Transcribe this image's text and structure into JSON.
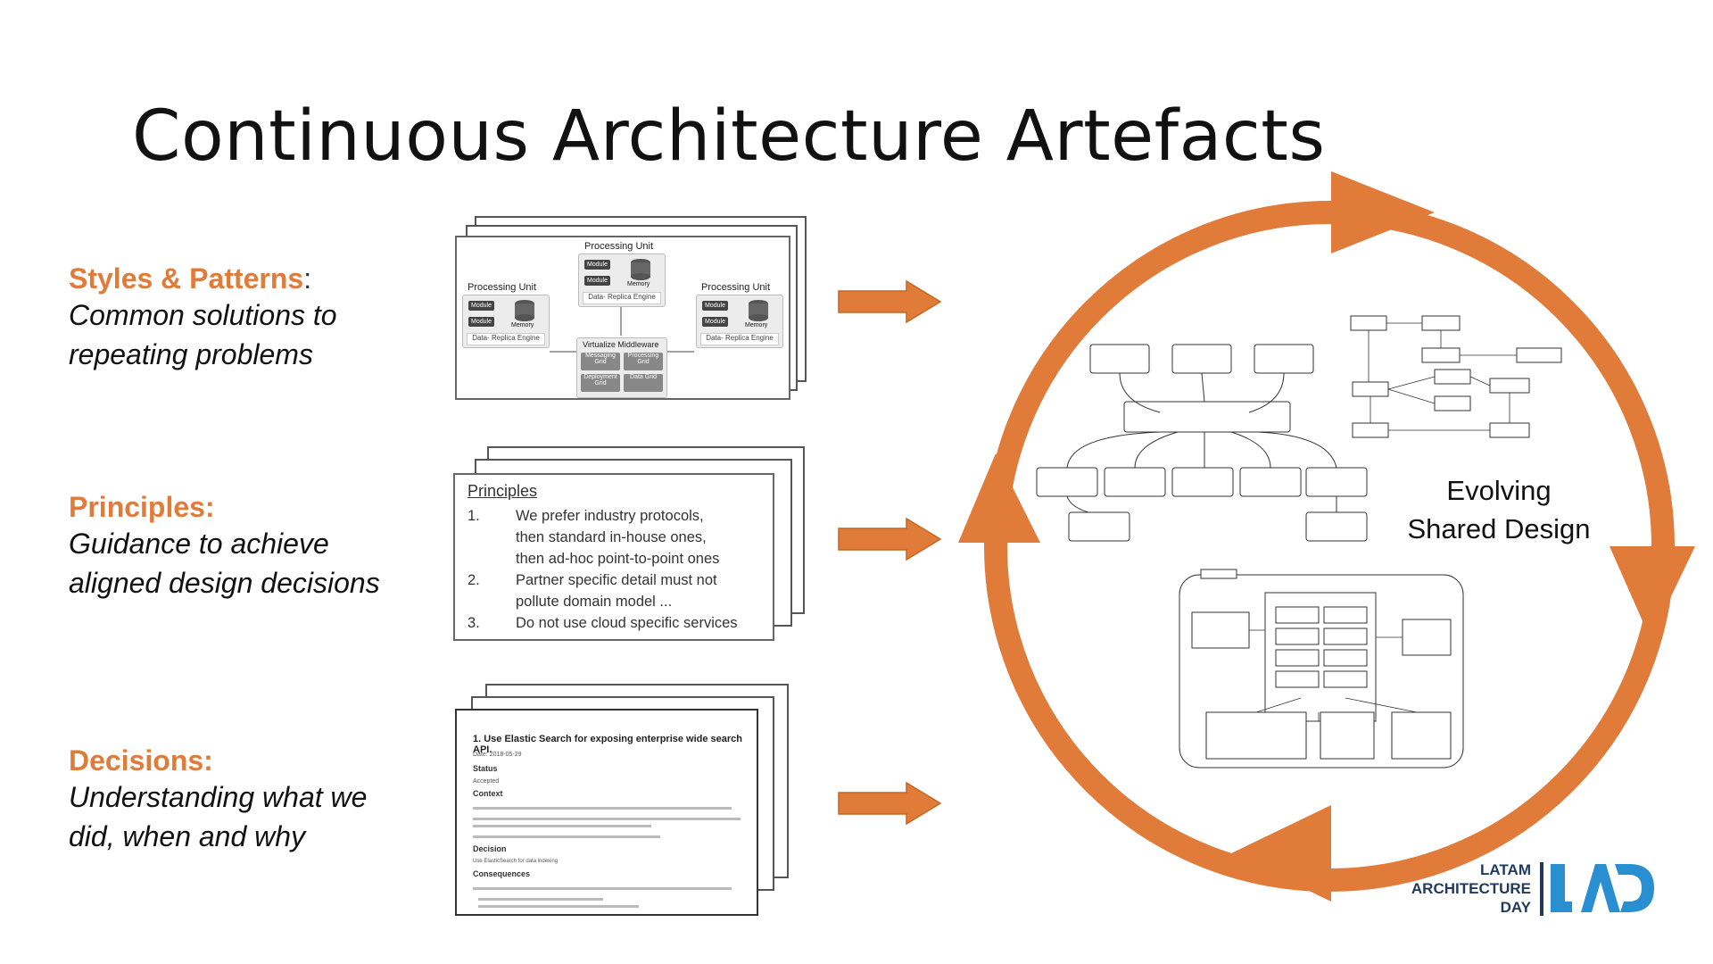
{
  "title": "Continuous Architecture Artefacts",
  "sections": {
    "styles": {
      "head": "Styles & Patterns",
      "colon": ":",
      "desc_line1": "Common solutions to",
      "desc_line2": "repeating problems"
    },
    "principles": {
      "head": "Principles:",
      "desc_line1": "Guidance to achieve",
      "desc_line2": "aligned design decisions"
    },
    "decisions": {
      "head": "Decisions:",
      "desc_line1": "Understanding what we",
      "desc_line2": "did, when and why"
    }
  },
  "patterns_card": {
    "processing_unit": "Processing Unit",
    "module": "Module",
    "memory": "Memory",
    "replica": "Data- Replica Engine",
    "middleware": "Virtualize Middleware",
    "messaging_grid": "Messaging Grid",
    "processing_grid": "Processing Grid",
    "deployment_grid": "Deployment Grid",
    "data_grid": "Data Grid"
  },
  "principles_card": {
    "title": "Principles",
    "items": [
      {
        "num": "1.",
        "lines": [
          "We prefer industry protocols,",
          "then standard in-house ones,",
          "then ad-hoc point-to-point ones"
        ]
      },
      {
        "num": "2.",
        "lines": [
          "Partner specific detail must not",
          "pollute domain model ..."
        ]
      },
      {
        "num": "3.",
        "lines": [
          "Do not use cloud specific services"
        ]
      }
    ]
  },
  "decision_card": {
    "heading": "1. Use Elastic Search for exposing enterprise wide search API.",
    "date": "Date: 2018-05-29",
    "status_h": "Status",
    "status_v": "Accepted",
    "context_h": "Context",
    "decision_h": "Decision",
    "decision_v": "Use ElasticSearch for data indexing",
    "consequences_h": "Consequences"
  },
  "cycle": {
    "label_line1": "Evolving",
    "label_line2": "Shared Design"
  },
  "logo": {
    "line1": "LATAM",
    "line2": "ARCHITECTURE",
    "line3": "DAY"
  },
  "colors": {
    "accent": "#e07b3a",
    "logo_blue": "#2a8fd1",
    "logo_dark": "#1f3a5c"
  },
  "icons": [
    "right-arrow-icon",
    "database-icon",
    "cycle-arrows-icon"
  ]
}
